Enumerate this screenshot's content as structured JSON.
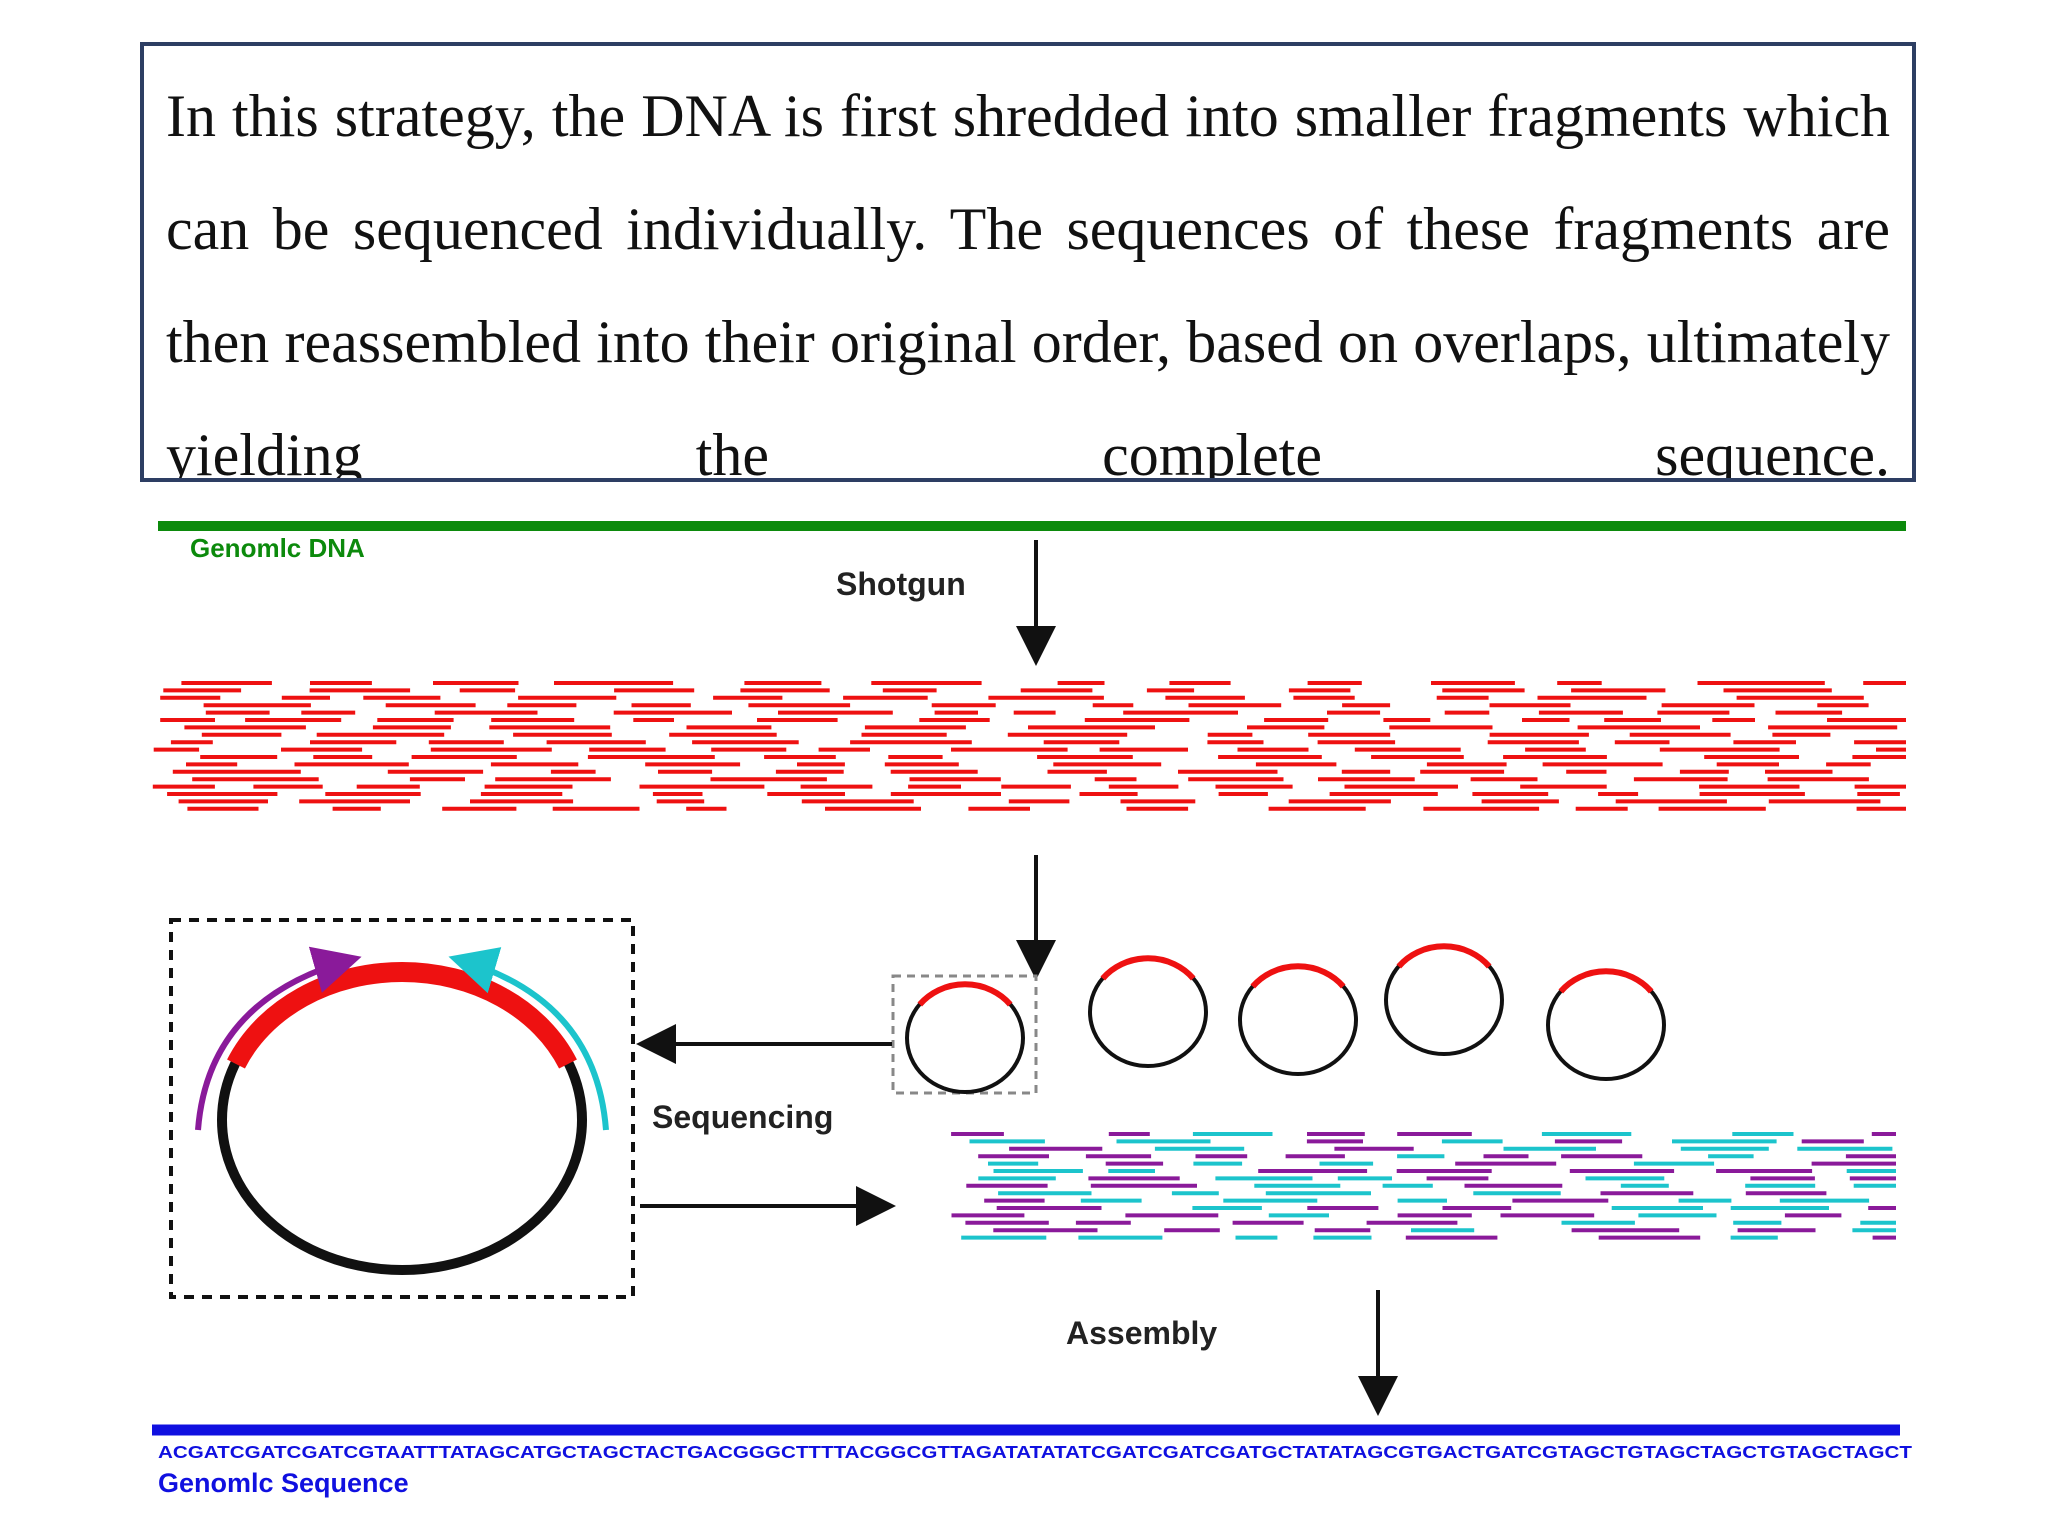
{
  "description_text": "In this strategy, the DNA is first shredded into smaller fragments which can be sequenced individually. The sequences of these fragments are then reassembled into their original order, based on overlaps, ultimately yielding the complete sequence.",
  "labels": {
    "genomic_dna": "Genomlc DNA",
    "shotgun": "Shotgun",
    "sequencing": "Sequencing",
    "assembly": "Assembly",
    "genomic_sequence": "Genomlc Sequence",
    "sequence_string": "ACGATCGATCGATCGTAATTTATAGCATGCTAGCTACTGACGGGCTTTTACGGCGTTAGATATATATCGATCGATCGATGCTATATAGCGTGACTGATCGTAGCTGTAGCTAGCTGTAGCTAGCT"
  },
  "colors": {
    "genomic_dna": "#0c8a0c",
    "fragment": "#ee1111",
    "read_forward": "#8a1a9a",
    "read_reverse": "#1cc4cc",
    "genomic_sequence": "#1010e0",
    "label_dark": "#222222",
    "plasmid": "#111111",
    "text_box_border": "#2d3e63"
  }
}
